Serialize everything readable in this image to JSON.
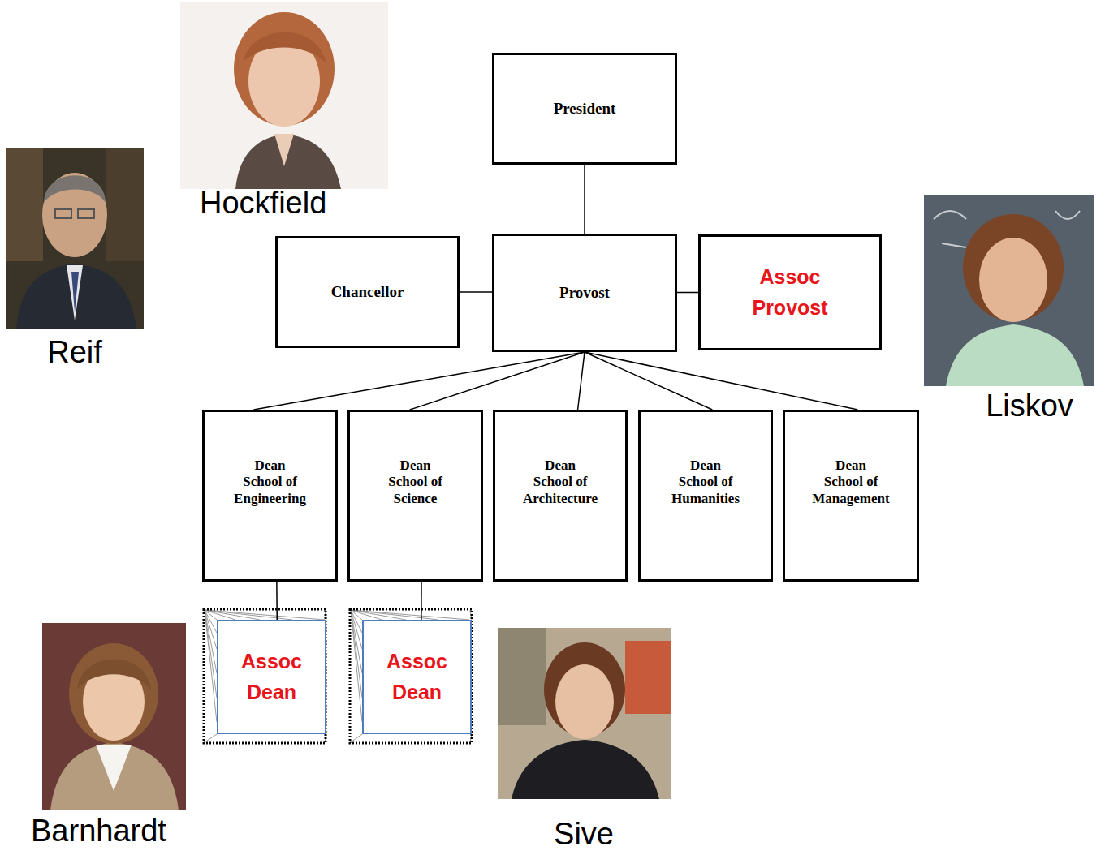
{
  "diagram": {
    "nodes": [
      {
        "text": [
          "President"
        ]
      },
      {
        "text": [
          "Chancellor"
        ]
      },
      {
        "text": [
          "Provost"
        ]
      },
      {
        "text": [
          "Assoc Provost"
        ]
      },
      {
        "text": [
          "Dean",
          "School of Engineering"
        ]
      },
      {
        "text": [
          "Dean",
          "School of Science"
        ]
      },
      {
        "text": [
          "Dean",
          "School of Architecture"
        ]
      },
      {
        "text": [
          "Dean",
          "School of Humanities"
        ]
      },
      {
        "text": [
          "Dean",
          "School of Management"
        ]
      },
      {
        "text": [
          "Assoc Dean"
        ]
      },
      {
        "text": [
          "Assoc Dean"
        ]
      }
    ],
    "edges": [
      {
        "from": 0,
        "to": 2,
        "arrow": "none"
      },
      {
        "from": 1,
        "to": 2,
        "arrow": "none"
      },
      {
        "from": 2,
        "to": 3,
        "arrow": "none"
      },
      {
        "from": 2,
        "to": 4,
        "arrow": "none"
      },
      {
        "from": 2,
        "to": 5,
        "arrow": "none"
      },
      {
        "from": 2,
        "to": 6,
        "arrow": "none"
      },
      {
        "from": 2,
        "to": 7,
        "arrow": "none"
      },
      {
        "from": 2,
        "to": 8,
        "arrow": "none"
      },
      {
        "from": 4,
        "to": 9,
        "arrow": "none"
      },
      {
        "from": 5,
        "to": 10,
        "arrow": "none"
      }
    ],
    "labels": [
      "Hockfield",
      "Reif",
      "Liskov",
      "Barnhardt",
      "Sive"
    ]
  }
}
